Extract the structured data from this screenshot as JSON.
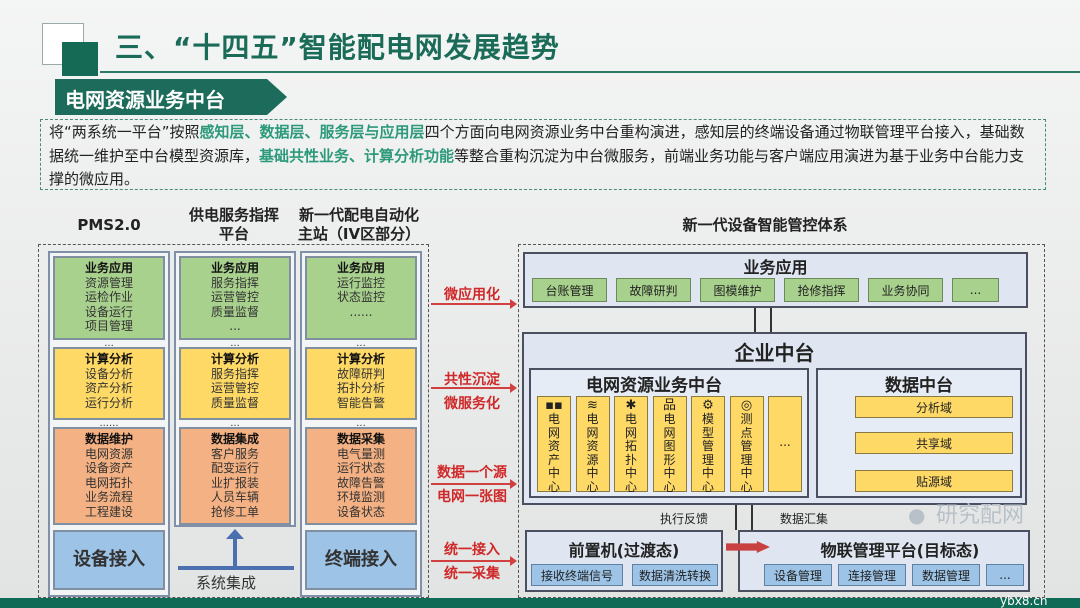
{
  "title": "三、“十四五”智能配电网发展趋势",
  "section_tab": "电网资源业务中台",
  "paragraph": {
    "p1": "将“两系统一平台”按照",
    "h1": "感知层、数据层、服务层与应用层",
    "p2": "四个方面向电网资源业务中台重构演进，感知层的终端设备通过物联管理平台接入，基础数据统一维护至中台模型资源库，",
    "h2": "基础共性业务、计算分析功能",
    "p3": "等整合重构沉淀为中台微服务，前端业务功能与客户端应用演进为基于业务中台能力支撑的微应用。"
  },
  "left": {
    "headers": [
      "PMS2.0",
      "供电服务指挥平台",
      "新一代配电自动化主站（IV区部分）"
    ],
    "columns": [
      {
        "app": {
          "title": "业务应用",
          "items": [
            "资源管理",
            "运检作业",
            "设备运行",
            "项目管理"
          ]
        },
        "calc": {
          "title": "计算分析",
          "items": [
            "设备分析",
            "资产分析",
            "运行分析"
          ]
        },
        "data": {
          "title": "数据维护",
          "items": [
            "电网资源",
            "设备资产",
            "电网拓扑",
            "业务流程",
            "工程建设"
          ]
        },
        "access": "设备接入"
      },
      {
        "app": {
          "title": "业务应用",
          "items": [
            "服务指挥",
            "运营管控",
            "质量监督",
            "..."
          ]
        },
        "calc": {
          "title": "计算分析",
          "items": [
            "服务指挥",
            "运营管控",
            "质量监督"
          ]
        },
        "data": {
          "title": "数据集成",
          "items": [
            "客户服务",
            "配变运行",
            "业扩报装",
            "人员车辆",
            "抢修工单"
          ]
        }
      },
      {
        "app": {
          "title": "业务应用",
          "items": [
            "运行监控",
            "状态监控",
            "......"
          ]
        },
        "calc": {
          "title": "计算分析",
          "items": [
            "故障研判",
            "拓扑分析",
            "智能告警"
          ]
        },
        "data": {
          "title": "数据采集",
          "items": [
            "电气量测",
            "运行状态",
            "故障告警",
            "环境监测",
            "设备状态"
          ]
        },
        "access": "终端接入"
      }
    ],
    "dots": [
      "...",
      "......",
      "...",
      "...",
      "...",
      "..."
    ],
    "integration": "系统集成"
  },
  "arrows": [
    [
      "微应用化"
    ],
    [
      "共性沉淀",
      "微服务化"
    ],
    [
      "数据一个源",
      "电网一张图"
    ],
    [
      "统一接入",
      "统一采集"
    ]
  ],
  "right": {
    "title": "新一代设备智能管控体系",
    "business": {
      "title": "业务应用",
      "items": [
        "台账管理",
        "故障研判",
        "图模维护",
        "抢修指挥",
        "业务协同",
        "..."
      ]
    },
    "enterprise": "企业中台",
    "grid_platform": {
      "title": "电网资源业务中台",
      "centers": [
        {
          "icon": "▪▪",
          "label": "电网资产中心"
        },
        {
          "icon": "≋",
          "label": "电网资源中心"
        },
        {
          "icon": "✱",
          "label": "电网拓扑中心"
        },
        {
          "icon": "品",
          "label": "电网图形中心"
        },
        {
          "icon": "⚙",
          "label": "模型管理中心"
        },
        {
          "icon": "◎",
          "label": "测点管理中心"
        },
        {
          "icon": "",
          "label": "..."
        }
      ]
    },
    "data_platform": {
      "title": "数据中台",
      "domains": [
        "分析域",
        "共享域",
        "贴源域"
      ]
    },
    "feedback": "执行反馈",
    "collect": "数据汇集",
    "frontend": {
      "title": "前置机(过渡态)",
      "items": [
        "接收终端信号",
        "数据清洗转换"
      ]
    },
    "iot": {
      "title": "物联管理平台(目标态)",
      "items": [
        "设备管理",
        "连接管理",
        "数据管理",
        "..."
      ]
    }
  },
  "watermark": {
    "text": "研究配网",
    "url": "ybx8.cn"
  }
}
